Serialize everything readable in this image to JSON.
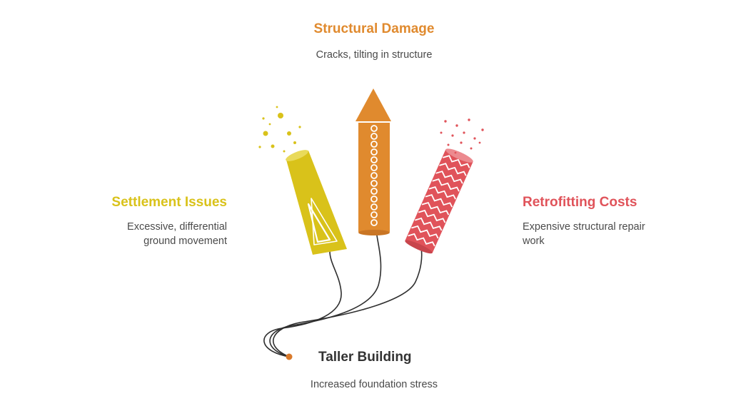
{
  "top": {
    "title": "Structural Damage",
    "description": "Cracks, tilting in structure",
    "color": "#E08A2E"
  },
  "left": {
    "title": "Settlement Issues",
    "description_line1": "Excessive, differential",
    "description_line2": "ground movement",
    "color": "#D9C21A"
  },
  "right": {
    "title": "Retrofitting Costs",
    "description_line1": "Expensive structural repair",
    "description_line2": "work",
    "color": "#E0535A"
  },
  "bottom": {
    "title": "Taller Building",
    "description": "Increased foundation stress",
    "color": "#333333"
  },
  "icons": {
    "left": "yellow-firework-cone-icon",
    "center": "orange-rocket-icon",
    "right": "red-zigzag-firework-icon",
    "fuse": "fuse-wires-icon"
  }
}
